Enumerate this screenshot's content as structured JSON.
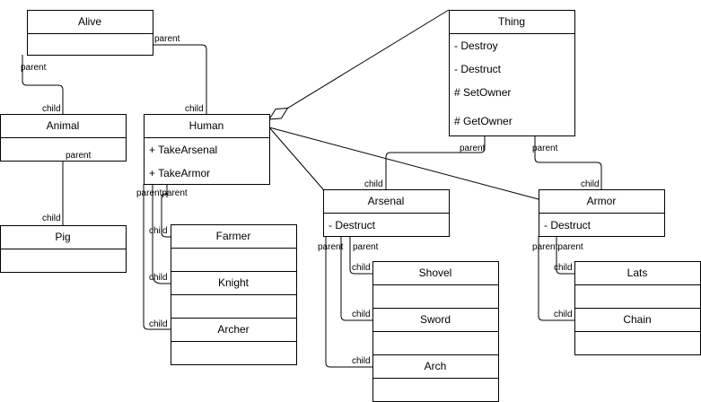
{
  "classes": {
    "alive": {
      "name": "Alive",
      "members": []
    },
    "thing": {
      "name": "Thing",
      "members": [
        "- Destroy",
        "- Destruct",
        "# SetOwner",
        "# GetOwner"
      ]
    },
    "animal": {
      "name": "Animal",
      "members": []
    },
    "human": {
      "name": "Human",
      "members": [
        "+ TakeArsenal",
        "+ TakeArmor"
      ]
    },
    "pig": {
      "name": "Pig",
      "members": []
    },
    "farmer": {
      "name": "Farmer",
      "members": []
    },
    "knight": {
      "name": "Knight",
      "members": []
    },
    "archer": {
      "name": "Archer",
      "members": []
    },
    "arsenal": {
      "name": "Arsenal",
      "members": [
        "- Destruct"
      ]
    },
    "armor": {
      "name": "Armor",
      "members": [
        "- Destruct"
      ]
    },
    "shovel": {
      "name": "Shovel",
      "members": []
    },
    "sword": {
      "name": "Sword",
      "members": []
    },
    "arch": {
      "name": "Arch",
      "members": []
    },
    "lats": {
      "name": "Lats",
      "members": []
    },
    "chain": {
      "name": "Chain",
      "members": []
    }
  },
  "labels": {
    "parent": "parent",
    "child": "child"
  }
}
